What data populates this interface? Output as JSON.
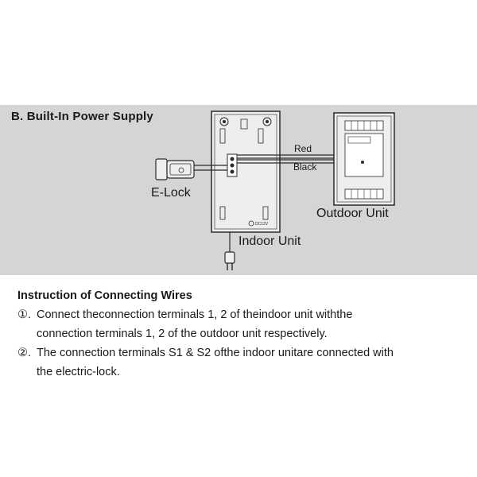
{
  "section_title": "B. Built-In Power Supply",
  "diagram": {
    "labels": {
      "red": "Red",
      "black": "Black",
      "elock": "E-Lock",
      "outdoor_unit": "Outdoor Unit",
      "indoor_unit": "Indoor Unit",
      "dc": "DC12V"
    },
    "colors": {
      "panel_bg": "#d5d5d5",
      "line": "#2a2a2a",
      "device_fill": "#eeeeee"
    }
  },
  "instructions": {
    "title": "Instruction of Connecting Wires",
    "steps": [
      {
        "marker": "①.",
        "line1": "Connect theconnection terminals 1, 2 of theindoor unit withthe",
        "line2": "connection terminals 1, 2 of the outdoor unit respectively."
      },
      {
        "marker": "②.",
        "line1": "The connection terminals S1 & S2 ofthe indoor unitare connected with",
        "line2": "the electric-lock."
      }
    ]
  }
}
